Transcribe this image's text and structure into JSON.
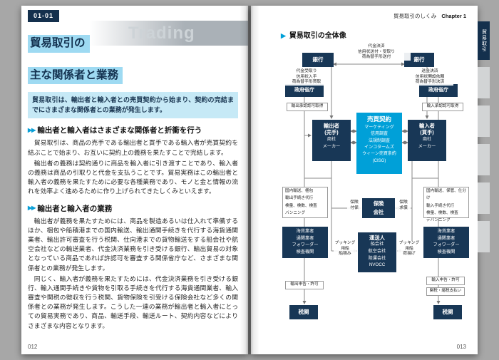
{
  "colors": {
    "navy": "#14304d",
    "cyan_accent": "#00a0d8",
    "title_highlight": "#9edaf2",
    "lead_background": "#c6e9f6"
  },
  "page_left": {
    "section_number": "01-01",
    "watermark": "Trading",
    "title_line1": "貿易取引の",
    "title_line2": "主な関係者と業務",
    "lead": "貿易取引は、輸出者と輸入者との売買契約から始まり、契約の完結までにさまざまな関係者との業務が発生します。",
    "sections": [
      {
        "heading": "輸出者と輸入者はさまざまな関係者と折衝を行う",
        "paragraphs": [
          "貿易取引は、商品の売手である輸出者と買手である輸入者が売買契約を結ぶことで始まり、お互いに契約上の義務を果たすことで完結します。",
          "輸出者の義務は契約通りに商品を輸入者に引き渡すことであり、輸入者の義務は商品の引取りと代金を支払うことです。貿易実務はこの輸出者と輸入者の義務を果たすために必要な各種業務であり、モノと金と情報の流れを効率よく進めるために作り上げられてきたしくみといえます。"
        ]
      },
      {
        "heading": "輸出者と輸入者の業務",
        "paragraphs": [
          "輸出者が義務を果たすためには、商品を製造あるいは仕入れて準備するほか、梱包や船積港までの国内輸送、輸出通関手続きを代行する海貨通関業者、輸出許可審査を行う税関、仕向港までの貨物輸送をする船会社や航空会社などの輸送業者、代金決済業務を引き受ける銀行、輸出貿易の対象となっている商品であれば許認可を審査する関係省庁など、さまざまな関係者との業務が発生します。",
          "同じく、輸入者が義務を果たすためには、代金決済業務を引き受ける銀行、輸入通関手続きや貨物を引取る手続きを代行する海貨通関業者、輸入審査や関税の徴収を行う税関、貨物保険を引受ける保険会社など多くの関係者との業務が発生します。こうした一連の業務が輸出者と輸入者にとっての貿易実務であり、商品、輸送手段、輸送ルート、契約内容などによりさまざまな内容となります。"
        ]
      }
    ],
    "page_number": "012"
  },
  "page_right": {
    "header_title": "貿易取引のしくみ",
    "chapter_label": "Chapter 1",
    "side_tab_active": "貿易取引",
    "diagram_title": "貿易取引の全体像",
    "page_number": "013",
    "diagram": {
      "bank_left": "銀行",
      "bank_right": "銀行",
      "bank_flow_notes": "代金決済\n信用状送付・受取り\n荷為替手形送付",
      "seller_bank_notes": "代金受取り\n信用状入手\n荷為替手形買取",
      "buyer_bank_notes": "送金決済\n信用状開設依頼\n荷為替手形決済",
      "gov_left": "政府省庁",
      "gov_right": "政府省庁",
      "export_approval": "輸出承認認可取得",
      "import_approval": "輸入承認認可取得",
      "exporter": {
        "title": "輸出者",
        "sub": "(売手)",
        "lines": [
          "商社",
          "メーカー"
        ]
      },
      "importer": {
        "title": "輸入者",
        "sub": "(買手)",
        "lines": [
          "商社",
          "メーカー"
        ]
      },
      "contract": {
        "title": "売買契約",
        "lines": [
          "マーケティング",
          "信用調査",
          "法規制調査",
          "インコタームズ",
          "ウィーン売買条約",
          "(CISG)"
        ]
      },
      "export_tasks": [
        "国内輸送、梱包",
        "輸出手続き代行",
        "検量、検数、検査",
        "バンニング"
      ],
      "import_tasks": [
        "国内輸送、保管、仕分け",
        "輸入手続き代行",
        "検量、検数、検査",
        "デバンニング"
      ],
      "insurance": "保険\n会社",
      "insurance_note_left": "保険\n付保",
      "insurance_note_right": "保険\n求償",
      "agents_left": [
        "海貨業者",
        "通関業者",
        "フォワーダー",
        "検査機関"
      ],
      "agents_right": [
        "海貨業者",
        "通関業者",
        "フォワーダー",
        "検査機関"
      ],
      "carrier": {
        "title": "運送人",
        "lines": [
          "船会社",
          "航空会社",
          "陸運会社",
          "NVOCC"
        ]
      },
      "carrier_note_left": "ブッキング\n用船\n船積み",
      "carrier_note_right": "ブッキング\n用船\n荷揚げ",
      "export_declaration": "輸出申告・許可",
      "import_declaration": "輸入申告・許可",
      "duty_payment": "関税・諸税支払い",
      "customs_left": "税関",
      "customs_right": "税関"
    }
  }
}
